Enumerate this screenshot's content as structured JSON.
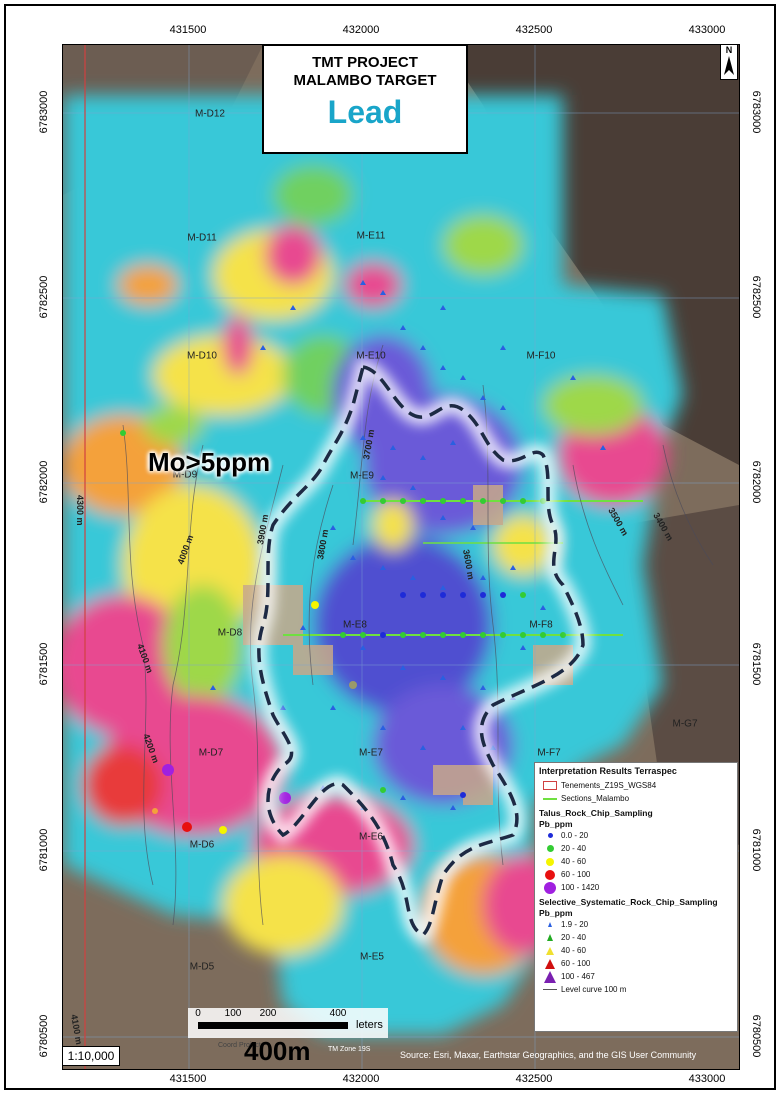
{
  "title": {
    "line1": "TMT PROJECT",
    "line2": "MALAMBO TARGET",
    "element": "Lead"
  },
  "north_label": "N",
  "annotation": "Mo>5ppm",
  "x_ticks": [
    "431500",
    "432000",
    "432500",
    "433000"
  ],
  "y_ticks": [
    "6783000",
    "6782500",
    "6782000",
    "6781500",
    "6781000",
    "6780500"
  ],
  "grid_labels": [
    "M-D12",
    "M-D11",
    "M-E11",
    "M-D10",
    "M-E10",
    "M-F10",
    "M-D9",
    "M-E9",
    "M-D8",
    "M-E8",
    "M-F8",
    "M-D7",
    "M-E7",
    "M-F7",
    "M-G7",
    "M-D6",
    "M-E6",
    "M-D5",
    "M-E5"
  ],
  "contours": [
    "4300 m",
    "4200 m",
    "4100 m",
    "4000 m",
    "3900 m",
    "3800 m",
    "3700 m",
    "3600 m",
    "3500 m",
    "3400 m",
    "4100 m"
  ],
  "legend": {
    "title": "Interpretation Results Terraspec",
    "tenements": "Tenements_Z19S_WGS84",
    "sections": "Sections_Malambo",
    "talus_title": "Talus_Rock_Chip_Sampling",
    "talus_field": "Pb_ppm",
    "talus_classes": [
      "0.0 - 20",
      "20 - 40",
      "40 - 60",
      "60 - 100",
      "100 - 1420"
    ],
    "selective_title": "Selective_Systematic_Rock_Chip_Sampling",
    "selective_field": "Pb_ppm",
    "selective_classes": [
      "1.9 - 20",
      "20 - 40",
      "40 - 60",
      "60 - 100",
      "100 - 467"
    ],
    "level_curve": "Level curve 100 m"
  },
  "scale": {
    "ticks": [
      "0",
      "100",
      "200",
      "400"
    ],
    "unit": "leters",
    "big_label": "400m",
    "ratio": "1:10,000"
  },
  "projection": "Coord Project",
  "zone": "TM Zone 19S",
  "source": "Source: Esri, Maxar, Earthstar Geographics, and the GIS User Community",
  "colors": {
    "title_accent": "#19a5c9",
    "talus": [
      "#1e2bd8",
      "#33cc33",
      "#f5f500",
      "#e81010",
      "#a020e0"
    ],
    "selective": [
      "#2a5fe0",
      "#22aa22",
      "#f0e030",
      "#d01010",
      "#7a20b0"
    ]
  }
}
